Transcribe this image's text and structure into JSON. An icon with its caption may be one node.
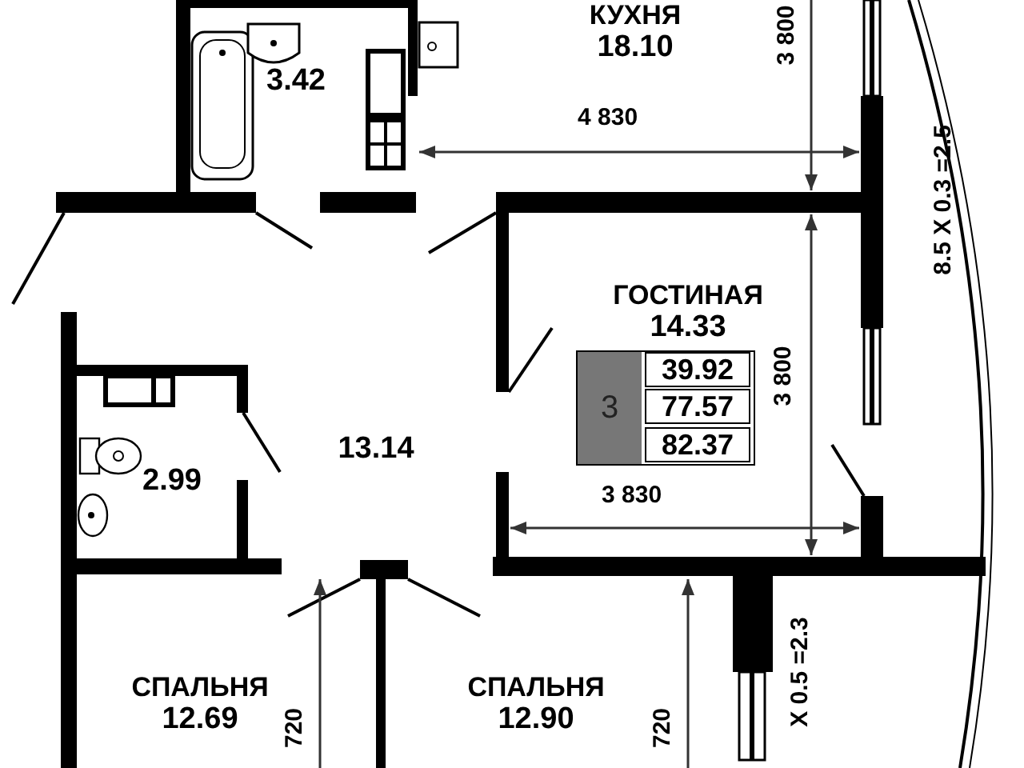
{
  "diagram": {
    "nodes": [
      {
        "text": [
          "КУХНЯ",
          "18.10"
        ]
      },
      {
        "text": [
          "3.42"
        ]
      },
      {
        "text": [
          "13.14"
        ]
      },
      {
        "text": [
          "2.99"
        ]
      },
      {
        "text": [
          "ГОСТИНАЯ",
          "14.33"
        ]
      },
      {
        "text": [
          "3",
          "39.92",
          "77.57",
          "82.37"
        ],
        "in": 4
      },
      {
        "text": [
          "СПАЛЬНЯ",
          "12.69"
        ]
      },
      {
        "text": [
          "СПАЛЬНЯ",
          "12.90"
        ]
      }
    ],
    "edges": [],
    "labels": [
      "3 800",
      "4 830",
      "8.5 X 0.3 =2.5",
      "3 800",
      "3 830",
      "X 0.5 =2.3",
      "720",
      "720"
    ]
  }
}
